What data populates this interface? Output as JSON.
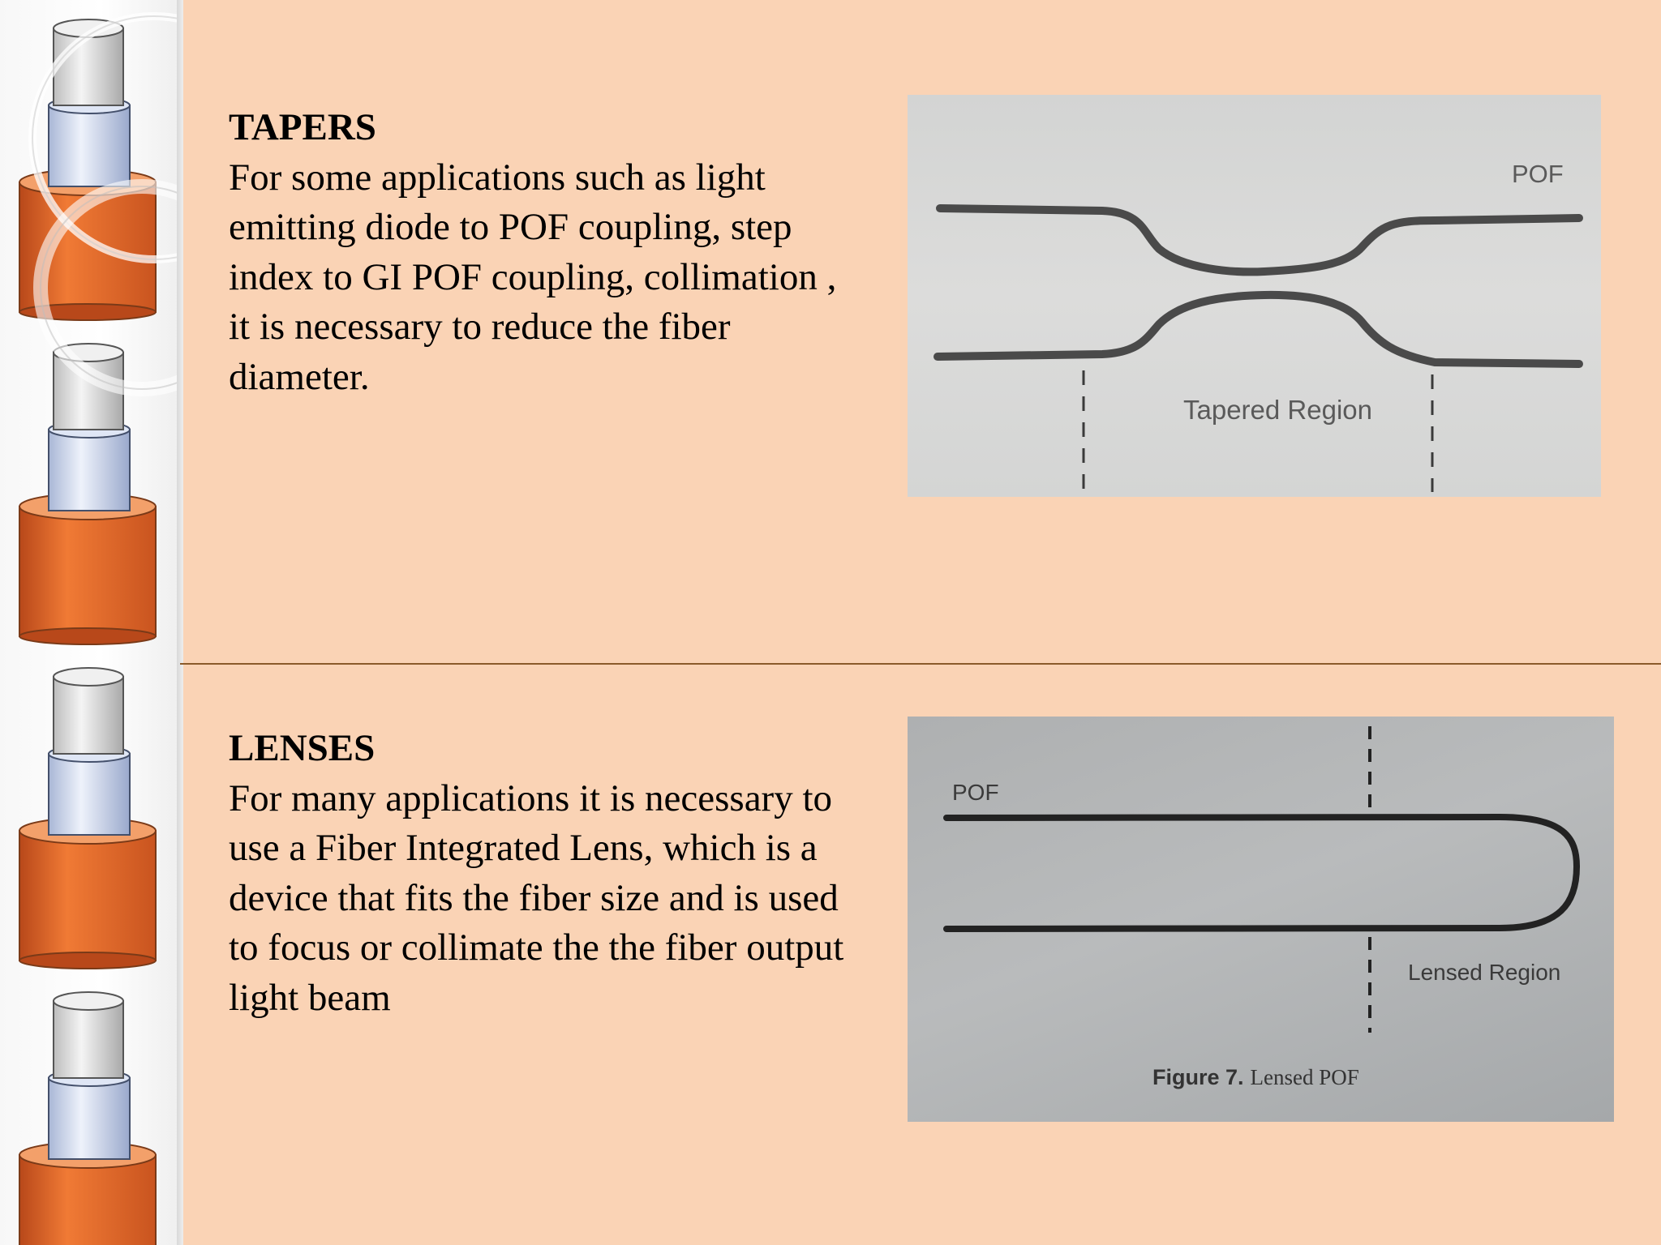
{
  "tapers": {
    "heading": "TAPERS",
    "body": "For some applications such as light emitting diode to POF coupling, step index to GI POF coupling, collimation , it is necessary to reduce the fiber diameter.",
    "figure": {
      "pof_label": "POF",
      "region_label": "Tapered Region"
    }
  },
  "lenses": {
    "heading": "LENSES",
    "body": "For many applications it is necessary to use a Fiber Integrated Lens, which is a device that fits the fiber size and is used to focus or collimate the the fiber output light beam",
    "figure": {
      "pof_label": "POF",
      "region_label": "Lensed Region",
      "caption_number": "Figure 7.",
      "caption_text": "Lensed POF"
    }
  },
  "colors": {
    "background": "#fad3b5",
    "divider": "#8a5a2a",
    "cable_orange": "#e8692a"
  }
}
